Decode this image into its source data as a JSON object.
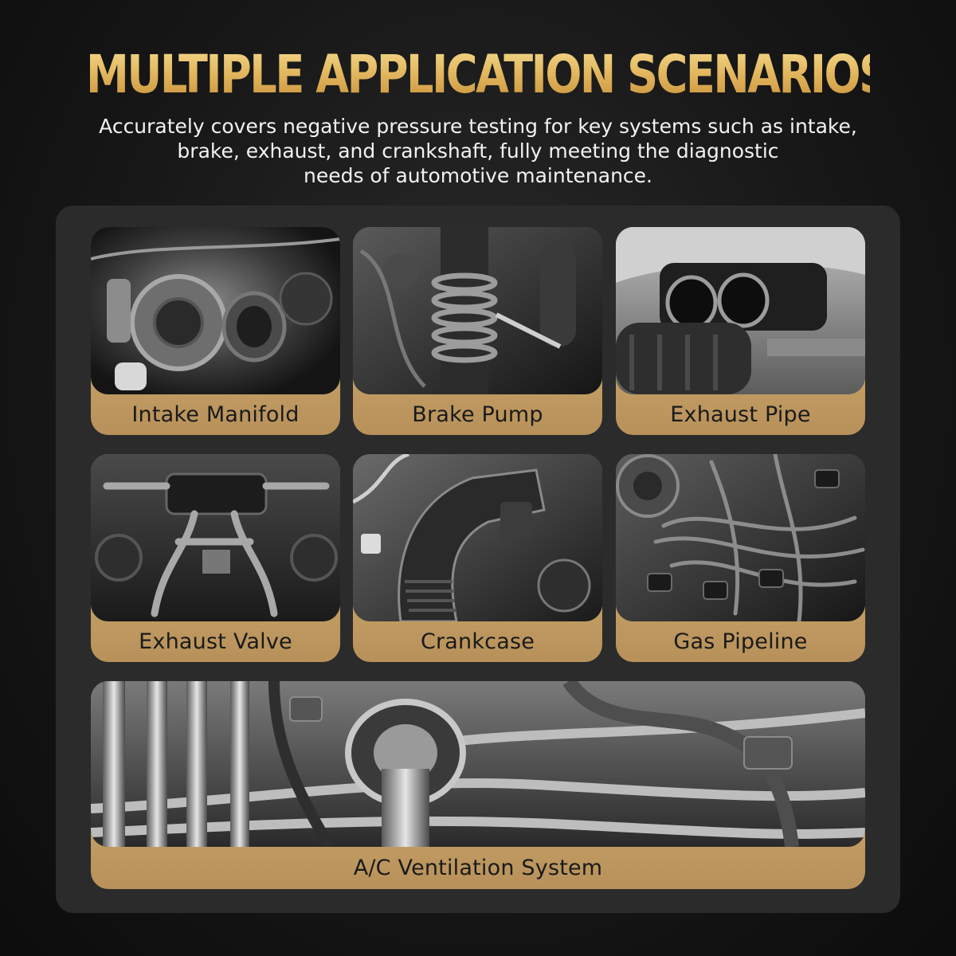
{
  "header": {
    "title": "MULTIPLE APPLICATION SCENARIOS",
    "subtitle_lines": [
      "Accurately covers negative pressure testing for key systems such as intake,",
      "brake, exhaust, and crankshaft, fully meeting the diagnostic",
      "needs of automotive maintenance."
    ]
  },
  "colors": {
    "title_gold": "#e3b860",
    "label_gold": "#d9bc7d",
    "panel": "#2b2b2b",
    "background": "#161616"
  },
  "scenarios": [
    {
      "label": "Intake Manifold",
      "image": "turbocharger-photo"
    },
    {
      "label": "Brake Pump",
      "image": "suspension-strut-photo"
    },
    {
      "label": "Exhaust Pipe",
      "image": "dual-exhaust-tips-photo"
    },
    {
      "label": "Exhaust Valve",
      "image": "underbody-exhaust-photo"
    },
    {
      "label": "Crankcase",
      "image": "intake-hose-photo"
    },
    {
      "label": "Gas Pipeline",
      "image": "engine-wiring-photo"
    },
    {
      "label": "A/C Ventilation System",
      "image": "metal-pipes-photo"
    }
  ]
}
